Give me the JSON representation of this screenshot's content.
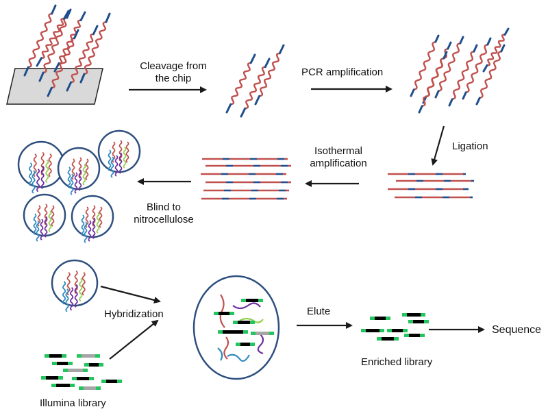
{
  "colors": {
    "probe": "#c0504d",
    "adapter": "#1f4e8c",
    "chip_fill": "#d9d9d9",
    "arrow": "#1a1a1a",
    "circle_stroke": "#2e4f7e",
    "green_tag": "#22c55e",
    "black_tag": "#000000",
    "gray_tag": "#a6a6a6",
    "purple": "#7030a0",
    "lime": "#92d050",
    "cyan": "#2e8bc0"
  },
  "icons": [
    "microarray-chip",
    "oligo-probe",
    "bead-circle",
    "illumina-fragment",
    "process-arrow"
  ],
  "labels": {
    "cleavage": [
      "Cleavage from",
      "the chip"
    ],
    "pcr": "PCR amplification",
    "ligation": "Ligation",
    "isothermal": [
      "Isothermal",
      "amplification"
    ],
    "blind": [
      "Blind to",
      "nitrocellulose"
    ],
    "hybridization": "Hybridization",
    "elute": "Elute",
    "sequence": "Sequence",
    "enriched": "Enriched library",
    "illumina": "Illumina library"
  }
}
